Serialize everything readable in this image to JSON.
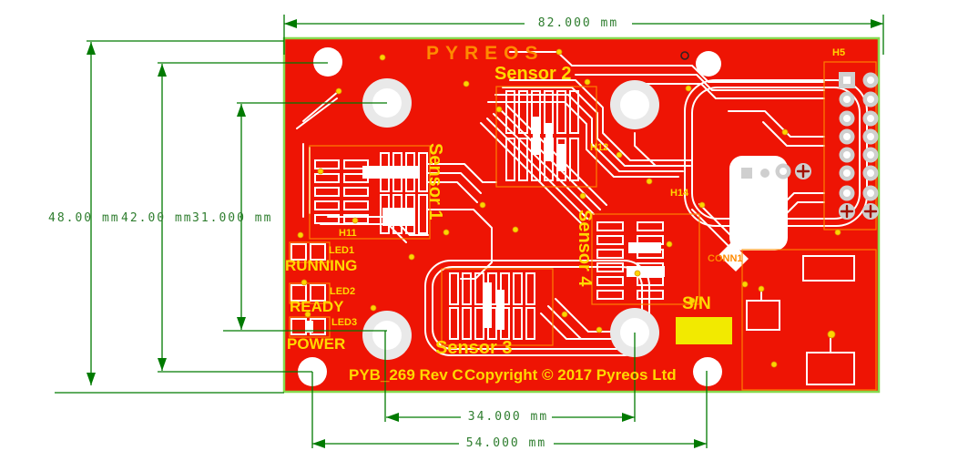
{
  "board": {
    "logo": "PYREOS",
    "part_number": "PYB_269 Rev C",
    "copyright": "Copyright © 2017 Pyreos Ltd",
    "serial_label": "S/N",
    "sensors": {
      "s1": "Sensor 1",
      "s2": "Sensor 2",
      "s3": "Sensor 3",
      "s4": "Sensor 4"
    },
    "refs": {
      "h5": "H5",
      "h11": "H11",
      "h12": "H12",
      "h14": "H14",
      "conn1": "CONN1"
    },
    "leds": {
      "led1": "LED1",
      "led2": "LED2",
      "led3": "LED3",
      "running": "RUNNING",
      "ready": "READY",
      "power": "POWER"
    }
  },
  "dimensions": {
    "top_width": "82.000 mm",
    "left_outer": "48.00 mm",
    "left_middle": "42.00 mm",
    "left_inner": "31.000 mm",
    "bottom_inner": "34.000 mm",
    "bottom_outer": "54.000 mm"
  },
  "colors": {
    "background_white": "#ffffff",
    "board_red": "#ee1404",
    "board_outline_green": "#86d94e",
    "trace_white": "#ffffff",
    "silk_yellow": "#ffd800",
    "silk_orange": "#ff8a00",
    "dim_green": "#007a00",
    "dim_text_green": "#2e7d2e",
    "pad_gray": "#cfcfcf",
    "via_yellow": "#ffd400",
    "serial_plate_yellow": "#f2ea00",
    "drill_white": "#ffffff"
  }
}
